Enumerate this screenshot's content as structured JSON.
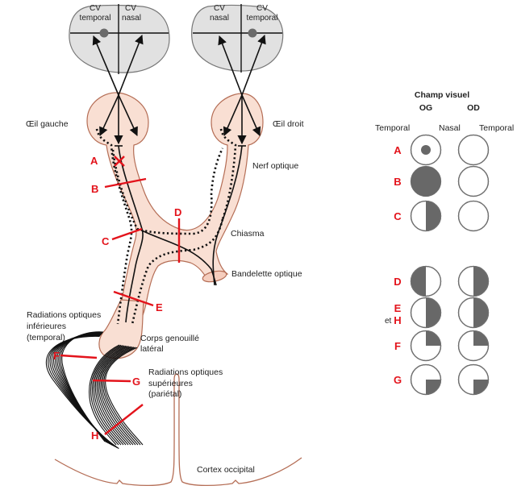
{
  "figure": {
    "eyes": {
      "left": {
        "field_labels": [
          {
            "line1": "CV",
            "line2": "temporal"
          },
          {
            "line1": "CV",
            "line2": "nasal"
          }
        ],
        "name": "Œil gauche"
      },
      "right": {
        "field_labels": [
          {
            "line1": "CV",
            "line2": "nasal"
          },
          {
            "line1": "CV",
            "line2": "temporal"
          }
        ],
        "name": "Œil droit"
      }
    },
    "anatomy_labels": {
      "optic_nerve": "Nerf optique",
      "chiasma": "Chiasma",
      "optic_tract": "Bandelette optique",
      "inferior_radiations": [
        "Radiations optiques",
        "inférieures",
        "(temporal)"
      ],
      "lgn": [
        "Corps genouillé",
        "latéral"
      ],
      "superior_radiations": [
        "Radiations optiques",
        "supérieures",
        "(pariétal)"
      ],
      "cortex": "Cortex occipital"
    },
    "lesion_labels": [
      "A",
      "B",
      "C",
      "D",
      "E",
      "F",
      "G",
      "H"
    ],
    "colors": {
      "lesion_red": "#e3131b",
      "tissue_fill": "#f9dfd3",
      "tissue_stroke": "#b56e56",
      "eyeball_fill": "#e1e1e1",
      "deficit_fill": "#686868"
    }
  },
  "visual_field_table": {
    "title": "Champ visuel",
    "columns": [
      "OG",
      "OD"
    ],
    "orientation": [
      "Temporal",
      "Nasal",
      "Temporal"
    ],
    "joiner": "et",
    "rows": [
      {
        "label": "A",
        "extra_label": "",
        "og": "central-scotoma",
        "od": "normal"
      },
      {
        "label": "B",
        "extra_label": "",
        "og": "full",
        "od": "normal"
      },
      {
        "label": "C",
        "extra_label": "",
        "og": "nasal-half",
        "od": "normal"
      },
      {
        "label": "D",
        "extra_label": "",
        "og": "temporal-half",
        "od": "temporal-half"
      },
      {
        "label": "E",
        "extra_label": "H",
        "og": "right-half",
        "od": "right-half"
      },
      {
        "label": "F",
        "extra_label": "",
        "og": "upper-right-quadrant",
        "od": "upper-right-quadrant"
      },
      {
        "label": "G",
        "extra_label": "",
        "og": "lower-right-quadrant",
        "od": "lower-right-quadrant"
      }
    ]
  }
}
